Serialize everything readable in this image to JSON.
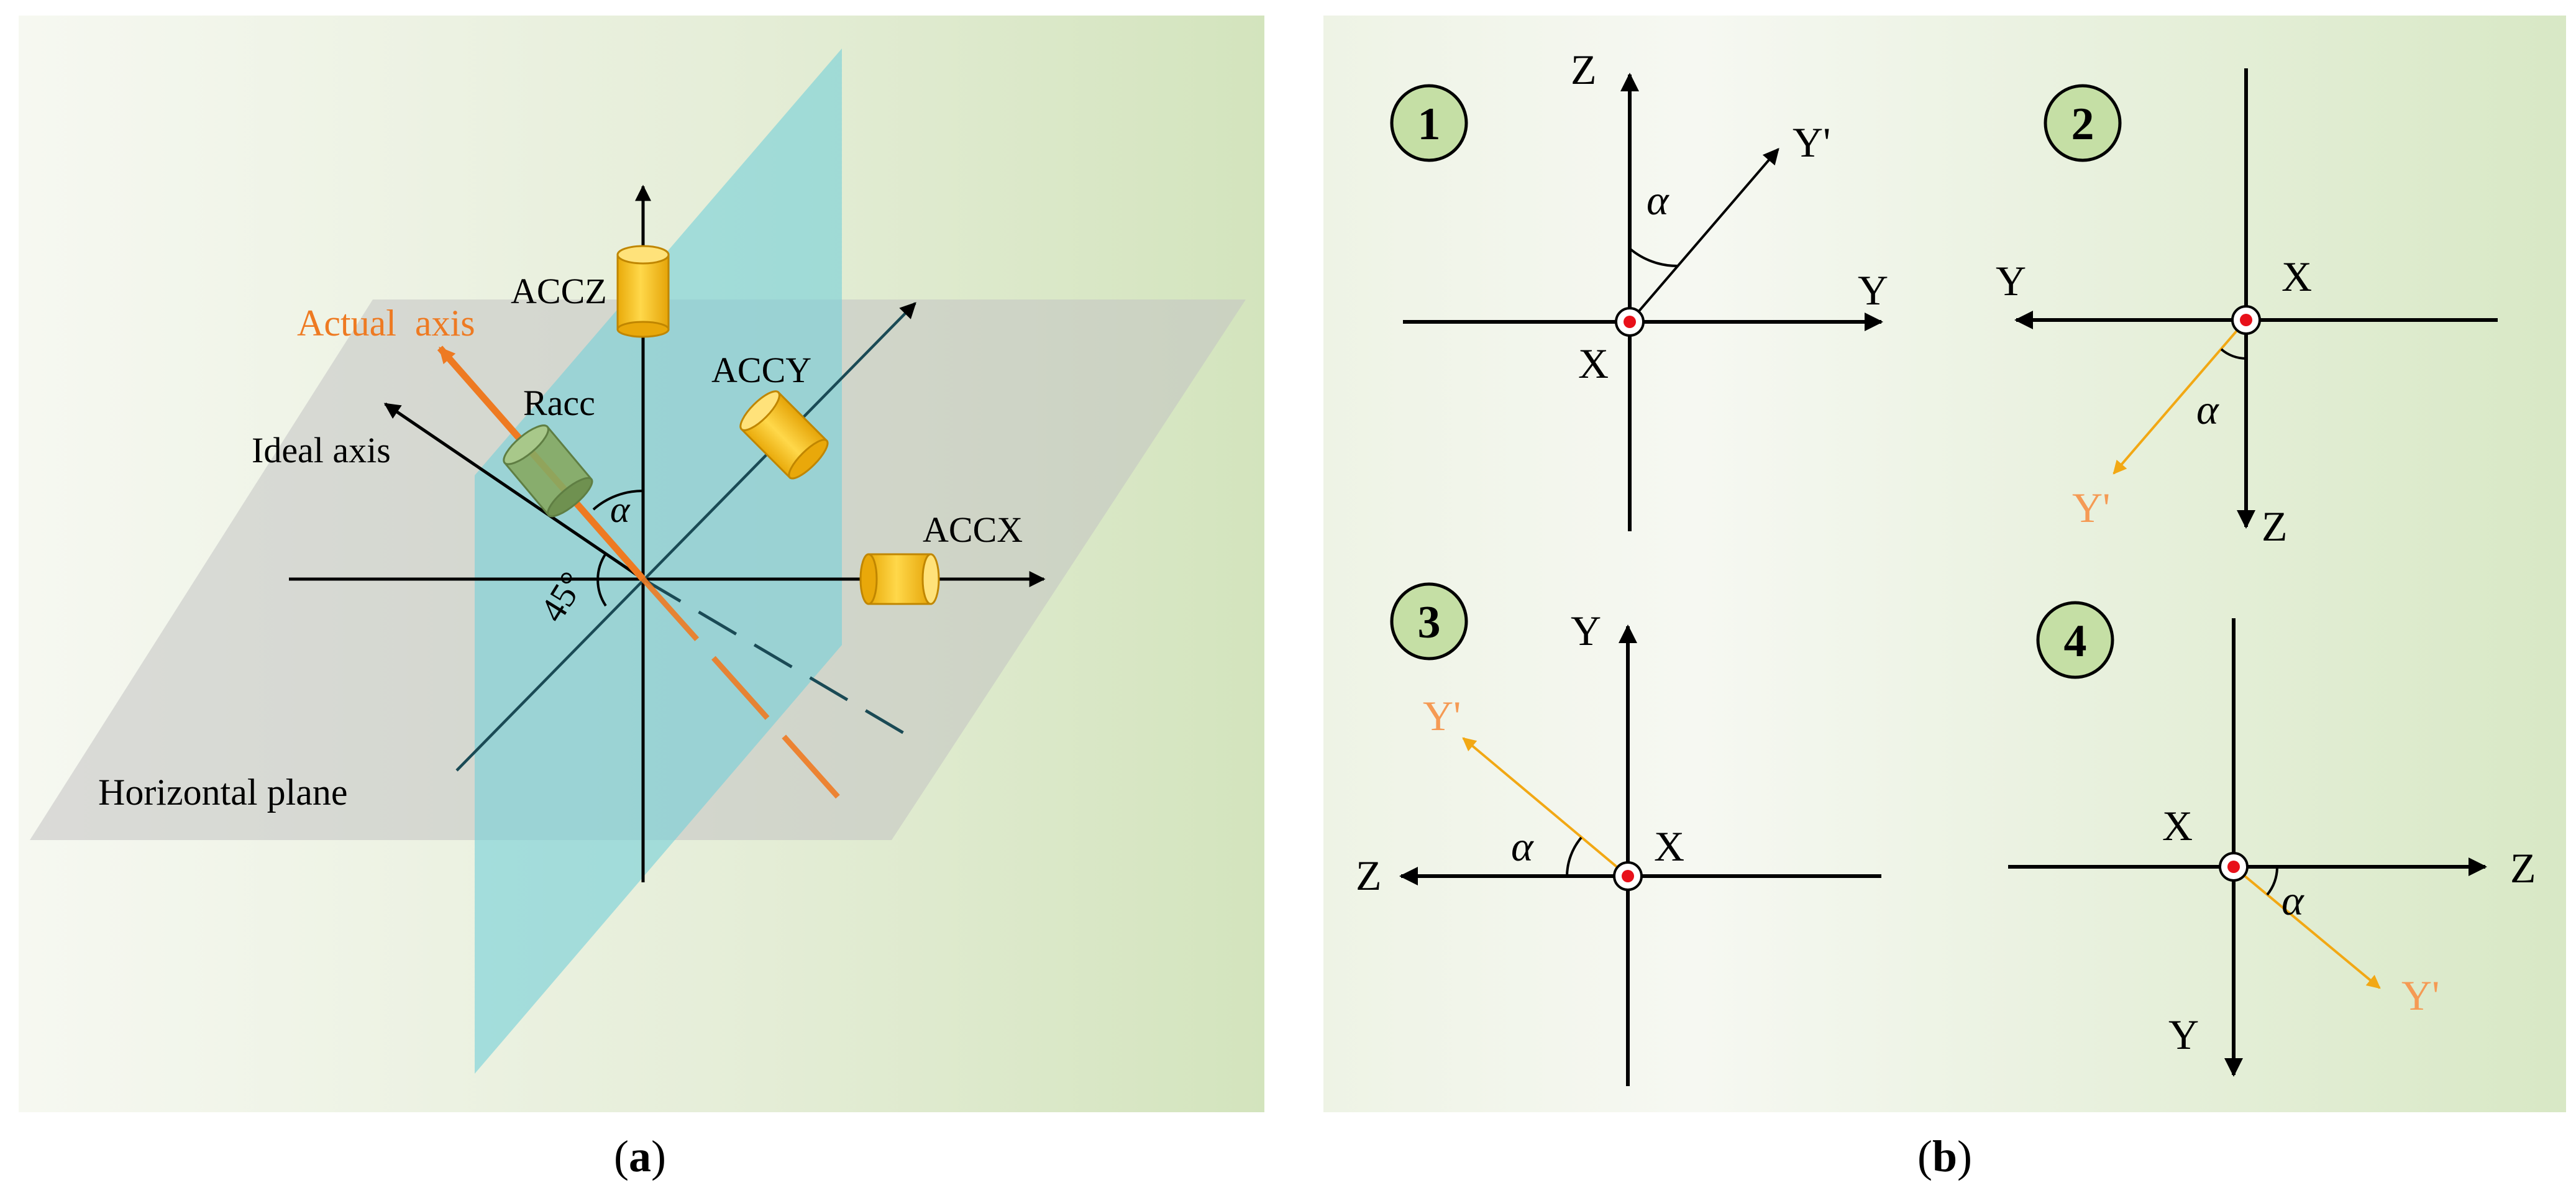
{
  "panel_a": {
    "caption_open": "(",
    "caption_letter": "a",
    "caption_close": ")",
    "labels": {
      "accz": "ACCZ",
      "accy": "ACCY",
      "accx": "ACCX",
      "racc": "Racc",
      "actual_axis": "Actual  axis",
      "ideal_axis": "Ideal axis",
      "alpha": "α",
      "angle": "45°",
      "horizontal_plane": "Horizontal plane"
    },
    "colors": {
      "actual_axis": "#ee7a22",
      "sensor": "#f8c518",
      "racc": "#7aa05a",
      "vertical_plane": "#80d4dc",
      "horizontal_plane": "#c8c8c8"
    }
  },
  "panel_b": {
    "caption_open": "(",
    "caption_letter": "b",
    "caption_close": ")",
    "quadrants": [
      {
        "number": "1",
        "up": "Z",
        "right": "Y",
        "center": "X",
        "rotated": "Y'",
        "alpha": "α"
      },
      {
        "number": "2",
        "left": "Y",
        "down": "Z",
        "center": "X",
        "rotated": "Y'",
        "alpha": "α"
      },
      {
        "number": "3",
        "up": "Y",
        "left": "Z",
        "center": "X",
        "rotated": "Y'",
        "alpha": "α"
      },
      {
        "number": "4",
        "right": "Z",
        "down": "Y",
        "center": "X",
        "rotated": "Y'",
        "alpha": "α"
      }
    ],
    "colors": {
      "badge": "#c5dfa5",
      "rotated_axis": "#f2a814",
      "rotated_label": "#f5a05c",
      "center_dot": "#e8101a"
    }
  }
}
